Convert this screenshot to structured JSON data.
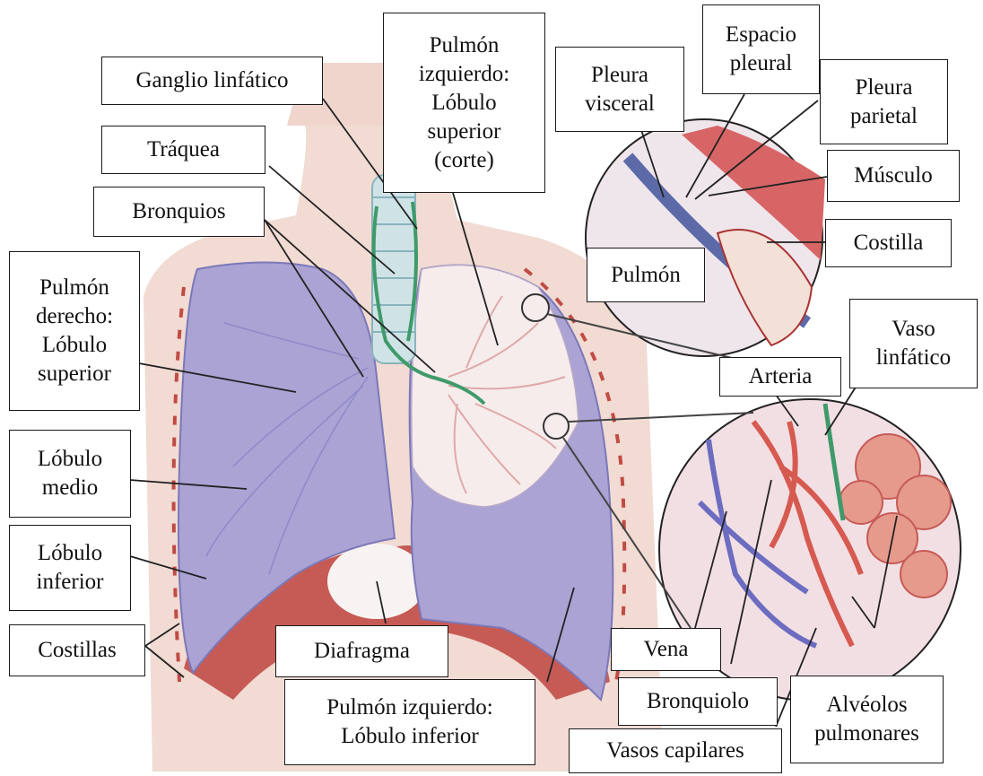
{
  "labels": {
    "ganglio": "Ganglio linfático",
    "traquea": "Tráquea",
    "bronquios": "Bronquios",
    "pulmon_der_sup": "Pulmón\nderecho:\nLóbulo\nsuperior",
    "lobulo_medio": "Lóbulo\nmedio",
    "lobulo_inferior": "Lóbulo\ninferior",
    "costillas": "Costillas",
    "diafragma": "Diafragma",
    "pulmon_izq_inf": "Pulmón izquierdo:\nLóbulo inferior",
    "pulmon_izq_sup": "Pulmón\nizquierdo:\nLóbulo\nsuperior\n(corte)",
    "pleura_visceral": "Pleura\nvisceral",
    "espacio_pleural": "Espacio\npleural",
    "pleura_parietal": "Pleura\nparietal",
    "musculo": "Músculo",
    "costilla": "Costilla",
    "pulmon": "Pulmón",
    "arteria": "Arteria",
    "vaso_linfatico": "Vaso\nlinfático",
    "vena": "Vena",
    "bronquiolo": "Bronquiolo",
    "alveolos": "Alvéolos\npulmonares",
    "vasos_capilares": "Vasos capilares"
  },
  "colors": {
    "skin": "#f0d6cf",
    "lung": "#aaa3d4",
    "lung_cut": "#f6ecec",
    "airway_green": "#3f9a6a",
    "diaphragm": "#c75a55",
    "vein": "#6c6cc0",
    "artery": "#d65a4f"
  }
}
